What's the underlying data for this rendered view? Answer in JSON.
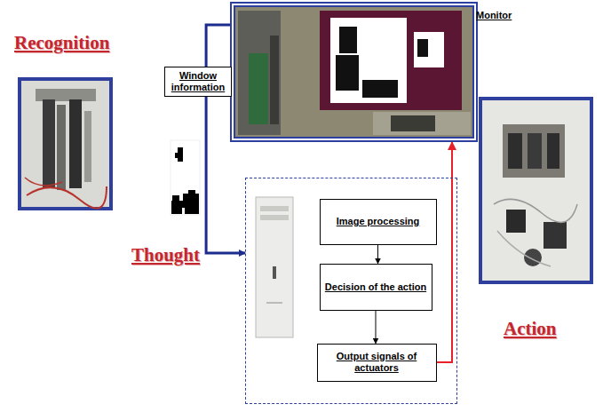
{
  "diagram": {
    "nodes": [
      {
        "text": [
          "Monitor"
        ]
      },
      {
        "text": [
          "Window information"
        ]
      },
      {
        "text": [
          "Thought"
        ]
      },
      {
        "text": [
          "Image processing"
        ],
        "in": 2
      },
      {
        "text": [
          "Decision of the action"
        ],
        "in": 2
      },
      {
        "text": [
          "Output signals of actuators"
        ],
        "in": 2
      }
    ],
    "edges": [
      {
        "from": 0,
        "to": 1,
        "arrow": "none"
      },
      {
        "from": 1,
        "to": 2,
        "arrow": "to"
      },
      {
        "from": 3,
        "to": 4,
        "arrow": "to"
      },
      {
        "from": 4,
        "to": 5,
        "arrow": "to"
      },
      {
        "from": 5,
        "to": 0,
        "arrow": "to"
      }
    ],
    "labels": [
      "Recognition",
      "Action"
    ]
  }
}
